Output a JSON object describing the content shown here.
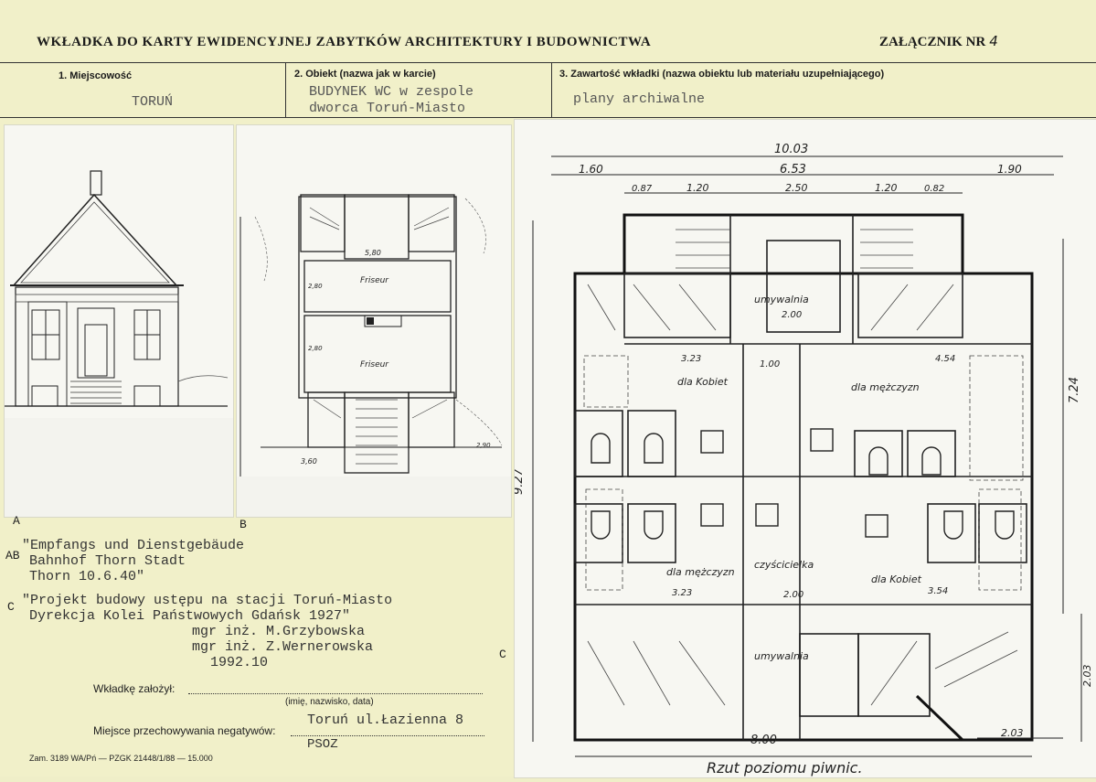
{
  "header": {
    "title": "WKŁADKA DO KARTY EWIDENCYJNEJ ZABYTKÓW ARCHITEKTURY I BUDOWNICTWA",
    "annex_label": "ZAŁĄCZNIK NR",
    "annex_number": "4"
  },
  "fields": {
    "f1_label": "1. Miejscowość",
    "f1_value": "TORUŃ",
    "f2_label": "2. Obiekt (nazwa jak w karcie)",
    "f2_value_line1": "BUDYNEK WC w zespole",
    "f2_value_line2": "dworca Toruń-Miasto",
    "f3_label": "3. Zawartość wkładki (nazwa obiektu lub materiału uzupełniającego)",
    "f3_value": "plany archiwalne"
  },
  "photos": {
    "a_letter": "A",
    "b_letter": "B",
    "c_letter": "C",
    "plan_b_labels": [
      "Friseur",
      "Friseur"
    ],
    "plan_b_dims": [
      "5,80",
      "3,60",
      "2,80",
      "2,80",
      "2,90"
    ],
    "plan_c": {
      "dims_top": [
        "10.03",
        "6.53",
        "1.60",
        "1.90",
        "0.87",
        "1.20",
        "2.50",
        "1.20",
        "0.82"
      ],
      "rooms": [
        "umywalnia",
        "dla Kobiet",
        "dla mężczyzn",
        "dla mężczyzn",
        "czyścicielka",
        "dla Kobiet",
        "umywalnia"
      ],
      "side_dims": [
        "9.27",
        "7.24",
        "2.03",
        "8.00",
        "2.03"
      ],
      "inner_dims": [
        "2.00",
        "3.23",
        "1.00",
        "4.54",
        "3.23",
        "2.00",
        "3.54"
      ],
      "title": "Rzut poziomu piwnic."
    }
  },
  "captions": {
    "ab_prefix": "AB",
    "ab_lines": [
      "\"Empfangs und Dienstgebäude",
      "Bahnhof Thorn Stadt",
      "Thorn 10.6.40\""
    ],
    "c_prefix": "C",
    "c_lines": [
      "\"Projekt budowy ustępu na stacji Toruń-Miasto",
      "Dyrekcja Kolei Państwowych Gdańsk 1927\"",
      "mgr inż. M.Grzybowska",
      "mgr inż. Z.Wernerowska",
      "1992.10"
    ]
  },
  "footer": {
    "founder_label": "Wkładkę założył:",
    "founder_hint": "(imię, nazwisko, data)",
    "storage_label": "Miejsce przechowywania negatywów:",
    "storage_value1": "Toruń ul.Łazienna 8",
    "storage_value2": "PSOZ",
    "print_info": "Zam. 3189 WA/Pń — PZGK 21448/1/88 — 15.000"
  }
}
